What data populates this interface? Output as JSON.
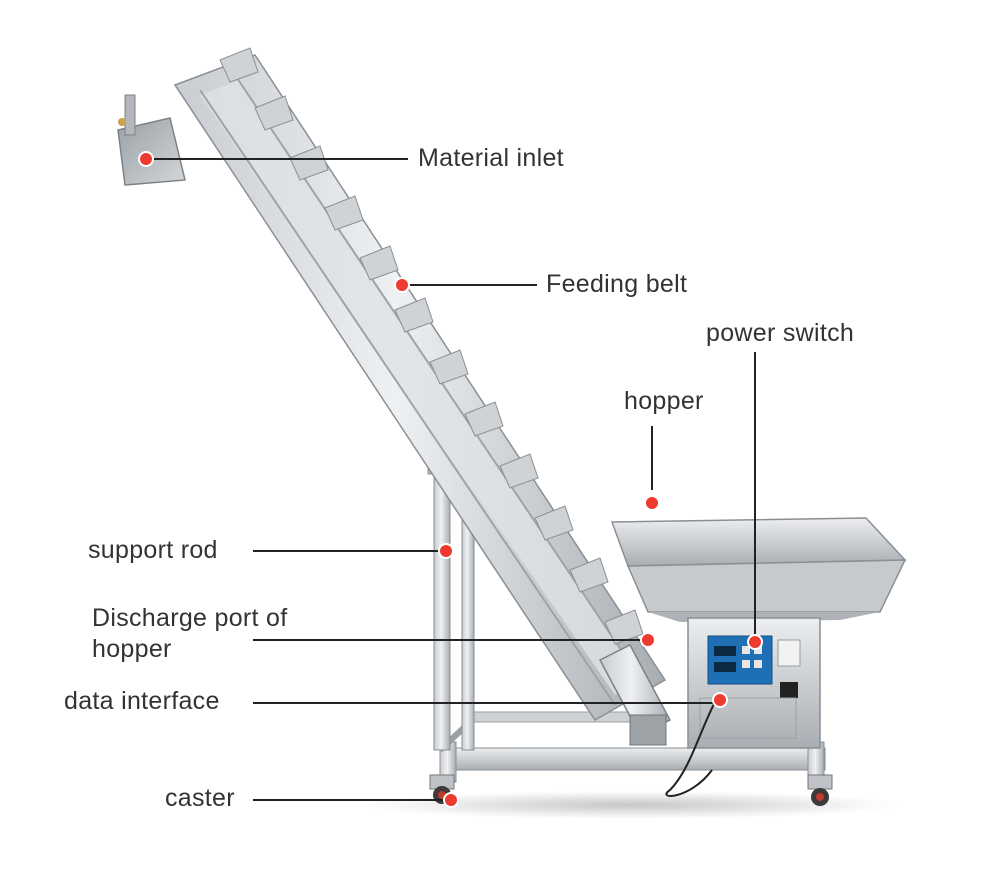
{
  "colors": {
    "marker": "#ee3a2f",
    "leader": "#222222",
    "label": "#333333",
    "steel_light": "#e4e6e8",
    "steel_mid": "#b9bdc1",
    "steel_dark": "#7d8286",
    "panel_blue": "#1f6fb5"
  },
  "labels": {
    "material_inlet": "Material inlet",
    "feeding_belt": "Feeding belt",
    "power_switch": "power switch",
    "hopper": "hopper",
    "support_rod": "support rod",
    "discharge_port": "Discharge port of hopper",
    "data_interface": "data interface",
    "caster": "caster"
  }
}
